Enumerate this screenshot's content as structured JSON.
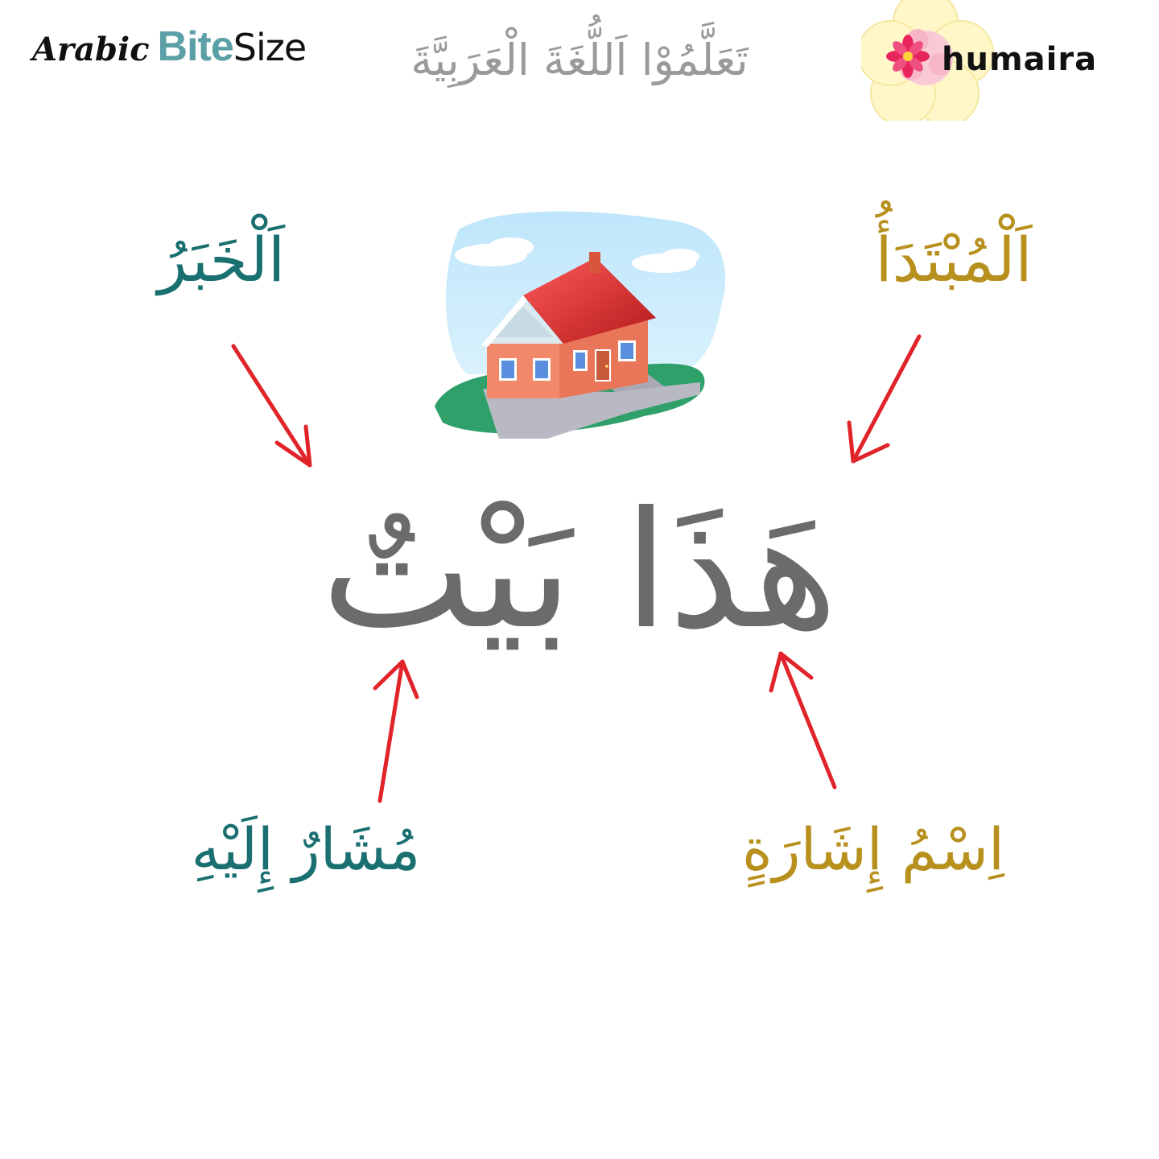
{
  "header": {
    "brand_left": {
      "arabic": "Arabic",
      "bite": "Bite",
      "size": "Size"
    },
    "title": "تَعَلَّمُوْا اَللُّغَةَ الْعَرَبِيَّةَ",
    "brand_right": "humaira"
  },
  "labels": {
    "khabar": "اَلْخَبَرُ",
    "mubtada": "اَلْمُبْتَدَأُ",
    "mushar_ilayh": "مُشَارٌ إِلَيْهِ",
    "ism_ishara": "اِسْمُ إِشَارَةٍ"
  },
  "main_sentence": "هَذَا بَيْتٌ",
  "illustration": {
    "icon": "house-icon"
  },
  "colors": {
    "teal": "#1a6f70",
    "gold": "#b8901e",
    "arrow": "#e0242a",
    "main_text": "#6b6b6b",
    "title_text": "#9a9a9a"
  }
}
